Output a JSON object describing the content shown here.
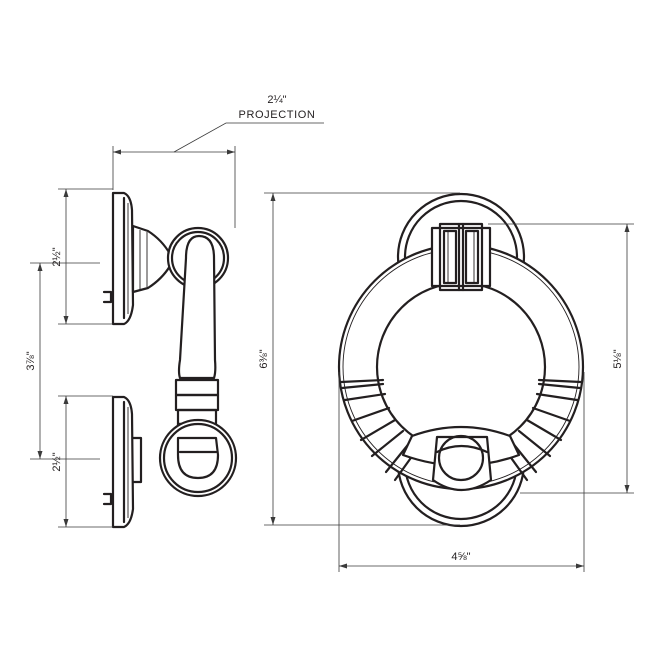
{
  "drawing": {
    "projection_dim": "2¼\"",
    "projection_label": "PROJECTION",
    "side_top_plate_height": "2½\"",
    "side_total_height": "3⅞\"",
    "side_bottom_plate_height": "2½\"",
    "front_overall_height": "6⅜\"",
    "front_ring_height": "5⅛\"",
    "front_width": "4⅝\""
  },
  "colors": {
    "line": "#231f20",
    "background": "#ffffff"
  }
}
